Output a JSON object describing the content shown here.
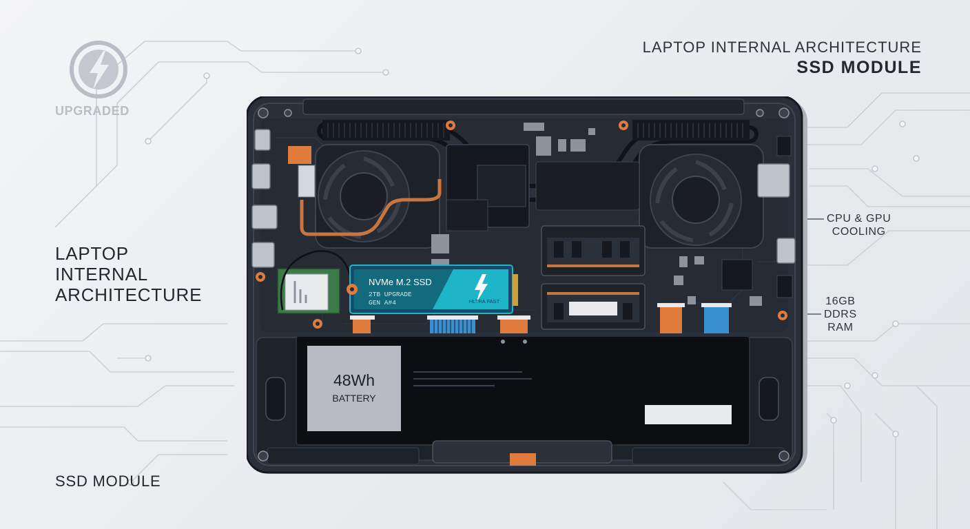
{
  "header": {
    "title_line1": "LAPTOP INTERNAL ARCHITECTURE",
    "title_line2": "SSD MODULE"
  },
  "badge": {
    "icon": "lightning-bolt-icon",
    "label": "UPGRADED"
  },
  "left_title": {
    "line1": "LAPTOP",
    "line2": "INTERNAL",
    "line3": "ARCHITECTURE"
  },
  "left_footer": "SSD MODULE",
  "callouts": {
    "cooling": {
      "line1": "CPU & GPU",
      "line2": "COOLING"
    },
    "ram": {
      "line1": "16GB",
      "line2": "DDRS",
      "line3": "RAM"
    }
  },
  "ssd": {
    "name": "NVMe M.2 SSD",
    "capacity": "2TB UPGRADE",
    "gen": "GEN A#4",
    "speed_badge": "HLTRA FAST"
  },
  "battery": {
    "capacity": "48Wh",
    "label": "BATTERY"
  },
  "colors": {
    "chassis": "#2a2f39",
    "chassis_outline": "#1a1d24",
    "accent_orange": "#e07b3e",
    "ssd_teal": "#1fb5c9",
    "ssd_dark": "#174a6a",
    "ram_copper": "#c9753f",
    "circuit_lines": "#c9ccd1"
  }
}
